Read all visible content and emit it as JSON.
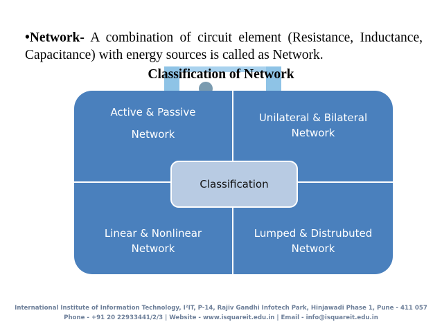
{
  "intro": {
    "term": "•Network-",
    "text": " A combination of circuit element (Resistance, Inductance, Capacitance) with energy sources is called as Network."
  },
  "heading": "Classification of Network",
  "diagram": {
    "center": "Classification",
    "top_left": {
      "line1": "Active & Passive",
      "line2": "Network"
    },
    "top_right": {
      "line1": "Unilateral & Bilateral",
      "line2": "Network"
    },
    "bottom_left": {
      "line1": "Linear & Nonlinear",
      "line2": "Network"
    },
    "bottom_right": {
      "line1": "Lumped & Distrubuted",
      "line2": "Network"
    }
  },
  "footer": {
    "line1": "International Institute of Information Technology, I²IT, P-14, Rajiv Gandhi Infotech Park, Hinjawadi Phase 1, Pune - 411 057",
    "line2": "Phone - +91 20 22933441/2/3 | Website - www.isquareit.edu.in | Email - info@isquareit.edu.in"
  },
  "colors": {
    "quadrant": "#4a80bd",
    "center_box": "#b8cbe3",
    "watermark": "#8ec3e6",
    "footer_text": "#6d7f99"
  }
}
